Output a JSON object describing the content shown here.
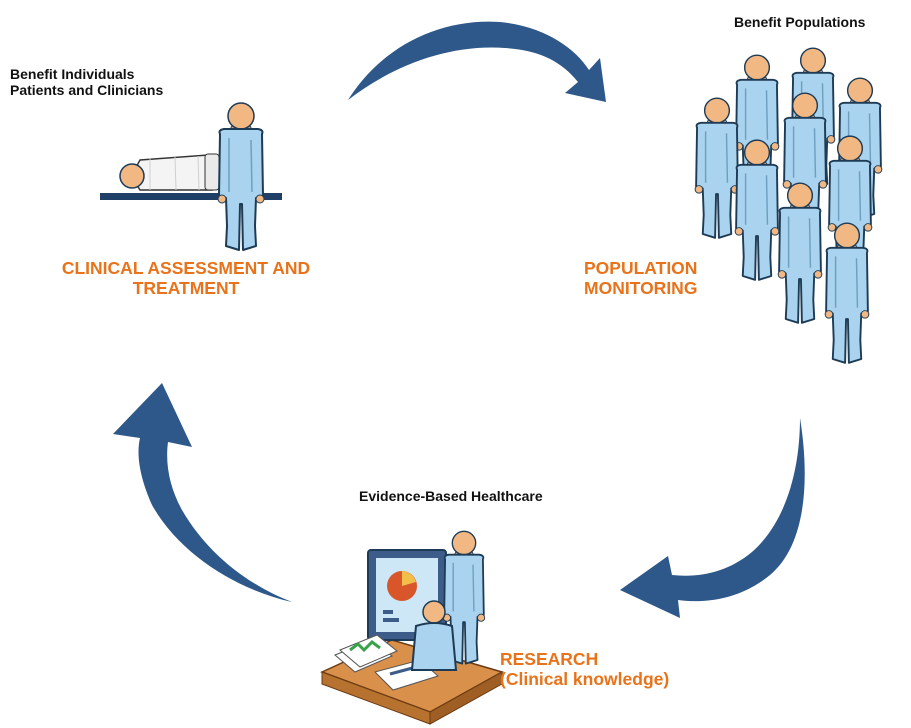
{
  "colors": {
    "accent_orange": "#e8731a",
    "arrow_blue": "#2e5889",
    "person_blue": "#a9d3ee",
    "person_outline": "#1d3b55",
    "skin": "#f2b883",
    "text": "#111111"
  },
  "clinical": {
    "sub_line1": "Benefit Individuals",
    "sub_line2": "Patients and Clinicians",
    "title_line1": "CLINICAL ASSESSMENT AND",
    "title_line2": "TREATMENT"
  },
  "population": {
    "sub": "Benefit Populations",
    "title_line1": "POPULATION",
    "title_line2": "MONITORING"
  },
  "research": {
    "sub": "Evidence-Based Healthcare",
    "title_line1": "RESEARCH",
    "title_line2": "(Clinical knowledge)"
  },
  "icons": [
    "curved-arrow-icon",
    "person-icon",
    "patient-on-bed-icon",
    "crowd-icon",
    "researcher-at-computer-icon",
    "pie-chart-icon"
  ]
}
